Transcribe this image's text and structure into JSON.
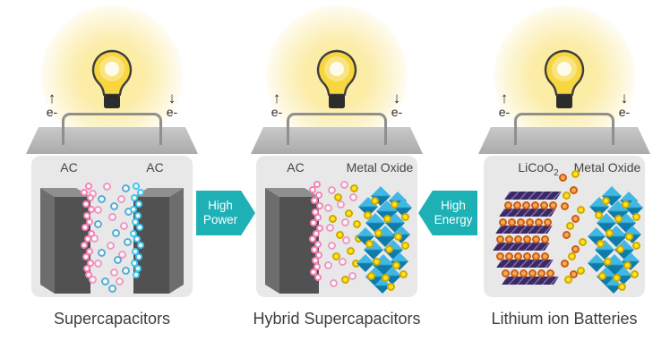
{
  "colors": {
    "teal": "#1db1b6",
    "pink_ring": "#ee9ac2",
    "pink_bright": "#f683b4",
    "cyan": "#3fc6ee",
    "blue_ring": "#55aed6",
    "yellow": "#ffe51c",
    "yellow_dark": "#cfa900",
    "orange": "#cb5c13",
    "orange_light": "#f8aa52",
    "purple": "#3a2a62",
    "purple_light": "#7e68b4",
    "diamond_light": "#41b8e4",
    "diamond_dark": "#0e7ba8",
    "electrode_front": "#515151",
    "electrode_top": "#8f8f8f",
    "electrode_side": "#6d6d6d",
    "box_bg": "#e8e8e8",
    "lid_light": "#c9c9c9",
    "lid_dark": "#ababab",
    "bulb_yellow": "#f7d640",
    "bulb_base": "#2c2c2c",
    "bulb_outline": "#3e3e3e",
    "glow_core": "#fbeca6",
    "glow_mid": "#fdf6d8",
    "wire": "#8f8f8f",
    "text": "#3e3e3e",
    "electron_text": "#2f2f2f",
    "arrow_text": "#ffffff"
  },
  "icons": {
    "up_arrow": "↑",
    "down_arrow": "↓"
  },
  "panels": [
    {
      "id": "supercapacitors",
      "caption": "Supercapacitors",
      "left_label": "AC",
      "right_label": "AC",
      "electron_left": "e-",
      "electron_right": "e-"
    },
    {
      "id": "hybrid-supercapacitors",
      "caption": "Hybrid Supercapacitors",
      "left_label": "AC",
      "right_label": "Metal Oxide",
      "electron_left": "e-",
      "electron_right": "e-"
    },
    {
      "id": "lithium-ion-batteries",
      "caption": "Lithium ion Batteries",
      "left_label_base": "LiCoO",
      "left_label_sub": "2",
      "right_label": "Metal Oxide",
      "electron_left": "e-",
      "electron_right": "e-"
    }
  ],
  "arrows": [
    {
      "line1": "High",
      "line2": "Power",
      "direction": "right"
    },
    {
      "line1": "High",
      "line2": "Energy",
      "direction": "left"
    }
  ]
}
